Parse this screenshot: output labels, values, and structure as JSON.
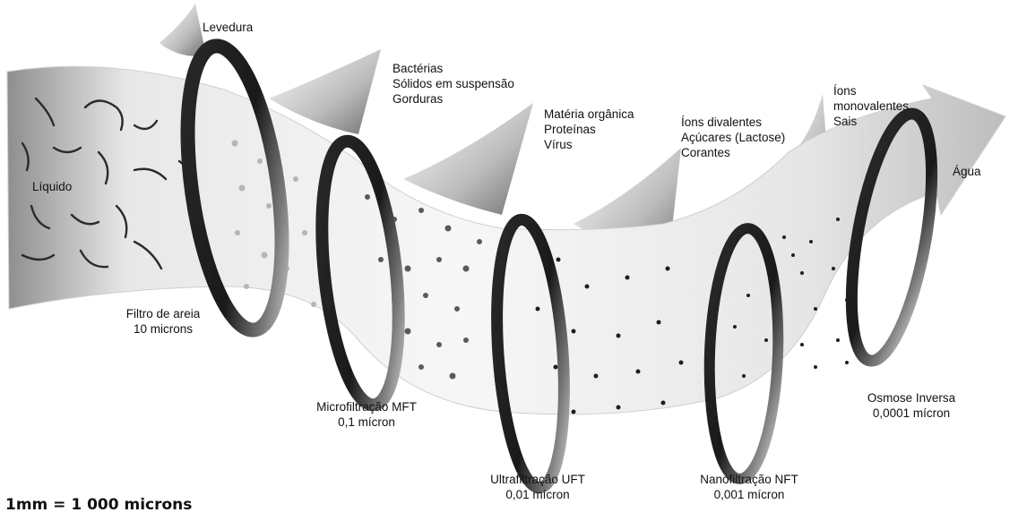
{
  "labels": {
    "levedura": "Levedura",
    "liquido": "Líquido",
    "bacterias": [
      "Bactérias",
      "Sólidos em suspensão",
      "Gorduras"
    ],
    "materia": [
      "Matéria orgânica",
      "Proteínas",
      "Vírus"
    ],
    "ions_divalentes": [
      "Íons divalentes",
      "Açúcares (Lactose)",
      "Corantes"
    ],
    "ions_mono": [
      "Íons",
      "monovalentes",
      "Sais"
    ],
    "agua": "Água"
  },
  "stages": {
    "filtro_areia": [
      "Filtro de areia",
      "10 microns"
    ],
    "mft": [
      "Microfiltração MFT",
      "0,1 mícron"
    ],
    "uft": [
      "Ultrafiltração UFT",
      "0,01 mícron"
    ],
    "nft": [
      "Nanofiltração NFT",
      "0,001 mícron"
    ],
    "osmose": [
      "Osmose Inversa",
      "0,0001 mícron"
    ]
  },
  "scale_note": "1mm = 1 000 microns",
  "colors": {
    "ring": "#1a1a1a",
    "tube_light": "#f4f4f4",
    "tube_dark": "#9a9a9a",
    "particle": "#222222"
  }
}
